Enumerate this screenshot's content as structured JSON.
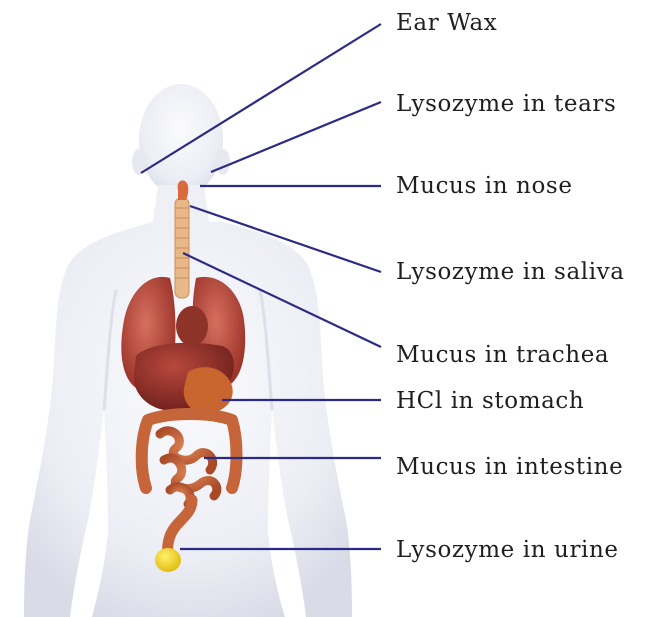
{
  "colors": {
    "leader_line": "#2b2a86",
    "label_text": "#1f1f1f",
    "body_fill": "#f2f3f8",
    "body_shade": "#dde0ea",
    "lung": "#b8473a",
    "liver": "#8e2d27",
    "intestine": "#c7653a",
    "trachea": "#e8b888",
    "bladder": "#f0d02a"
  },
  "labels": {
    "ear_wax": "Ear Wax",
    "lysozyme_tears": "Lysozyme in tears",
    "mucus_nose": "Mucus in nose",
    "lysozyme_saliva": "Lysozyme in saliva",
    "mucus_trachea": "Mucus in trachea",
    "hcl_stomach": "HCl in stomach",
    "mucus_intestine": "Mucus in intestine",
    "lysozyme_urine": "Lysozyme in urine"
  }
}
